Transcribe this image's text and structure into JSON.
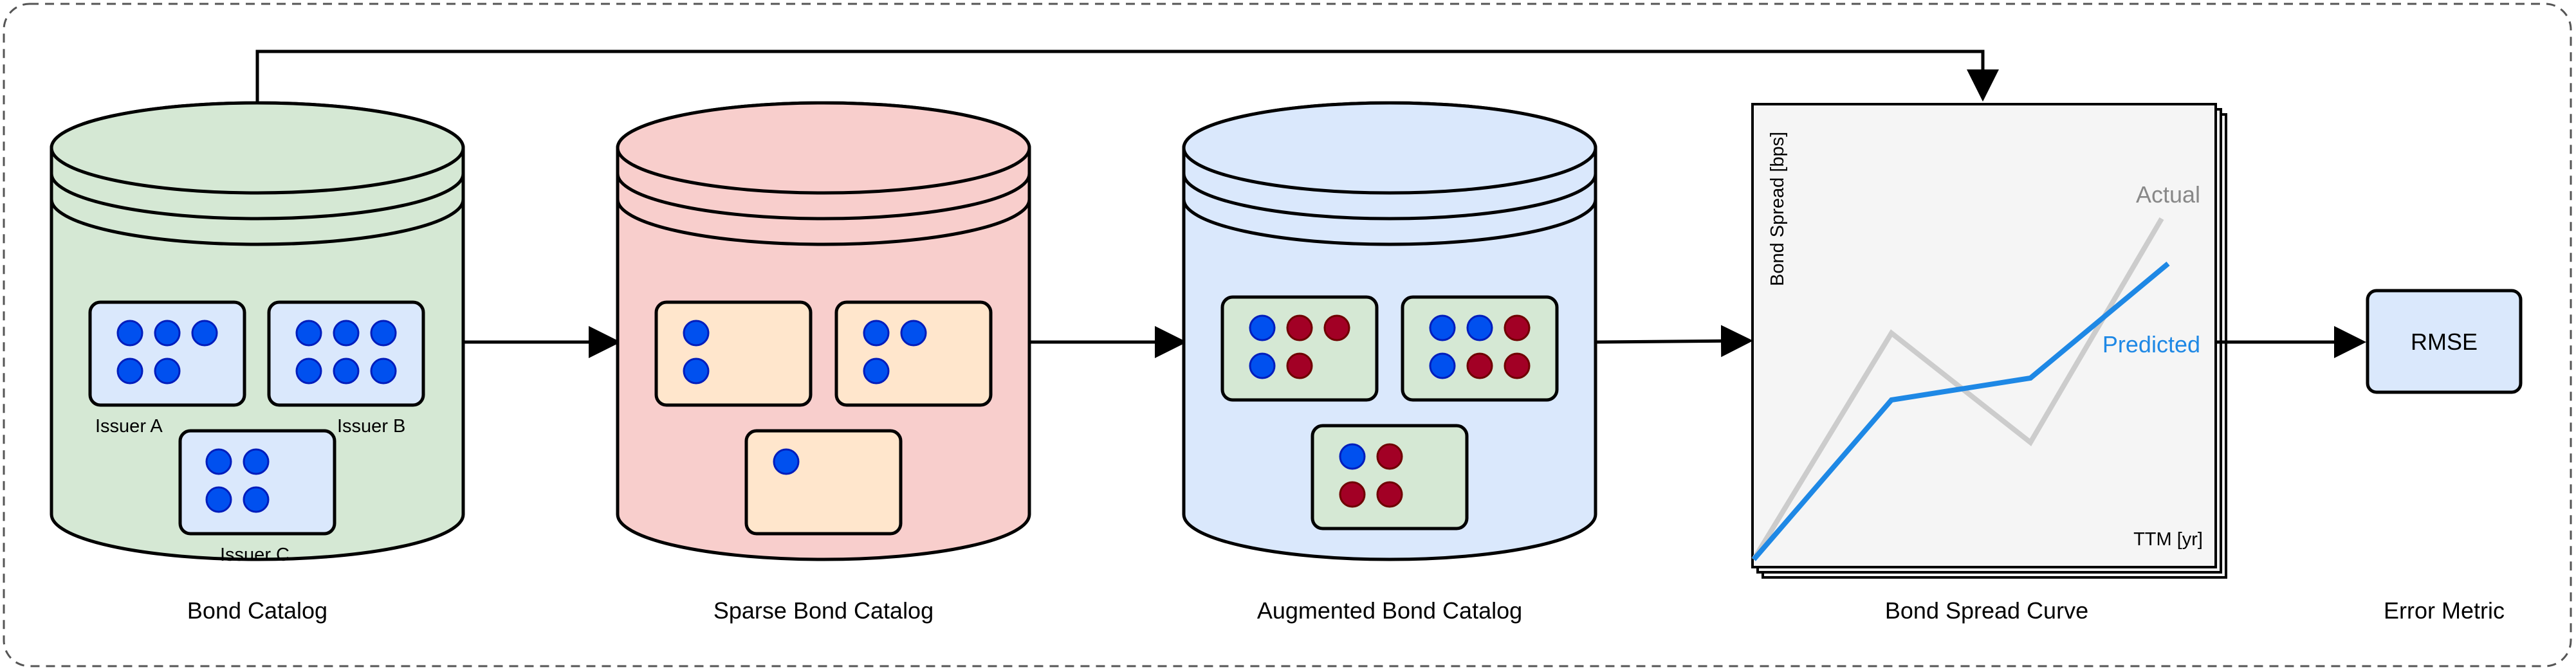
{
  "stages": [
    {
      "caption": "Bond Catalog",
      "fill": "#d5e8d4",
      "groups": [
        {
          "label": "Issuer A",
          "dots": [
            "blue",
            "blue",
            "blue",
            "blue",
            "blue"
          ]
        },
        {
          "label": "Issuer B",
          "dots": [
            "blue",
            "blue",
            "blue",
            "blue",
            "blue",
            "blue"
          ]
        },
        {
          "label": "Issuer C",
          "dots": [
            "blue",
            "blue",
            "blue",
            "blue"
          ]
        }
      ]
    },
    {
      "caption": "Sparse Bond Catalog",
      "fill": "#f8cecc",
      "groups": [
        {
          "dots": [
            "blue",
            "blue"
          ]
        },
        {
          "dots": [
            "blue",
            "blue",
            "blue"
          ]
        },
        {
          "dots": [
            "blue"
          ]
        }
      ]
    },
    {
      "caption": "Augmented Bond Catalog",
      "fill": "#dae8fc",
      "groups": [
        {
          "dots": [
            "blue",
            "red",
            "red",
            "blue",
            "red"
          ]
        },
        {
          "dots": [
            "blue",
            "blue",
            "red",
            "blue",
            "red",
            "red"
          ]
        },
        {
          "dots": [
            "blue",
            "red",
            "red",
            "red"
          ]
        }
      ]
    }
  ],
  "curve": {
    "caption": "Bond Spread Curve",
    "ylabel": "Bond Spread [bps]",
    "xlabel": "TTM [yr]",
    "series": [
      {
        "name": "Actual",
        "color": "#cccccc"
      },
      {
        "name": "Predicted",
        "color": "#1e88e5"
      }
    ]
  },
  "metric": {
    "caption": "Error Metric",
    "label": "RMSE"
  },
  "colors": {
    "dot_blue": "#0050ef",
    "dot_red": "#a20025",
    "group_fill_green": "#dae8fc",
    "group_fill_orange": "#ffe6cc",
    "group_fill_aug": "#d5e8d4",
    "rmse_fill": "#dae8fc"
  }
}
